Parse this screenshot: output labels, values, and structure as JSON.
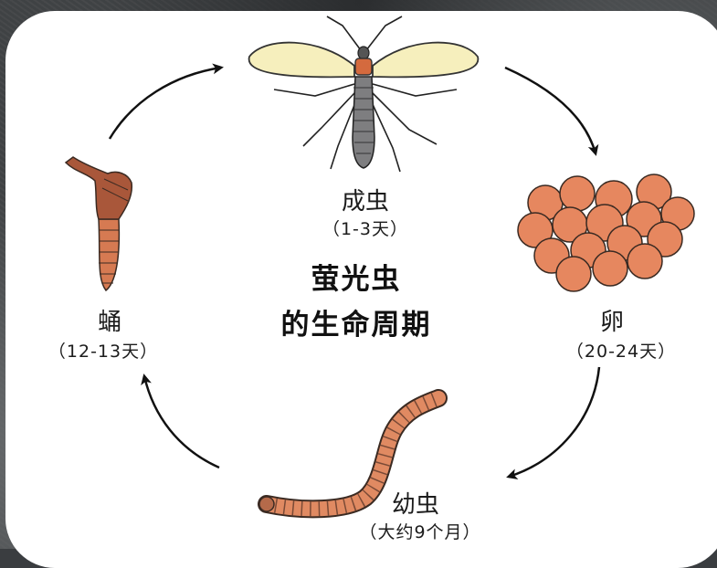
{
  "title_line1": "萤光虫",
  "title_line2": "的生命周期",
  "stages": {
    "adult": {
      "name": "成虫",
      "duration": "（1-3天）"
    },
    "egg": {
      "name": "卵",
      "duration": "（20-24天）"
    },
    "larva": {
      "name": "幼虫",
      "duration": "（大约9个月）"
    },
    "pupa": {
      "name": "蛹",
      "duration": "（12-13天）"
    }
  }
}
